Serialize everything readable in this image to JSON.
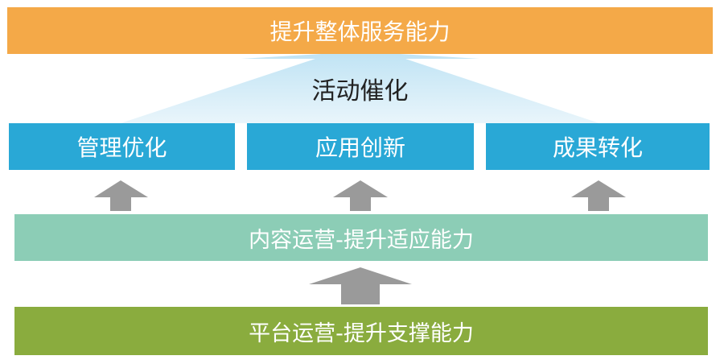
{
  "top": {
    "label": "提升整体服务能力"
  },
  "promotion": {
    "label": "活动催化"
  },
  "cards": [
    {
      "label": "管理优化"
    },
    {
      "label": "应用创新"
    },
    {
      "label": "成果转化"
    }
  ],
  "content_ops": {
    "label": "内容运营-提升适应能力"
  },
  "platform_ops": {
    "label": "平台运营-提升支撑能力"
  },
  "colors": {
    "top": "#f4a948",
    "cards": "#29a8d6",
    "content_ops": "#8ccdb6",
    "platform_ops": "#8aac3e",
    "arrows": "#9a9a9a",
    "triangle": "#d5ecf7"
  }
}
